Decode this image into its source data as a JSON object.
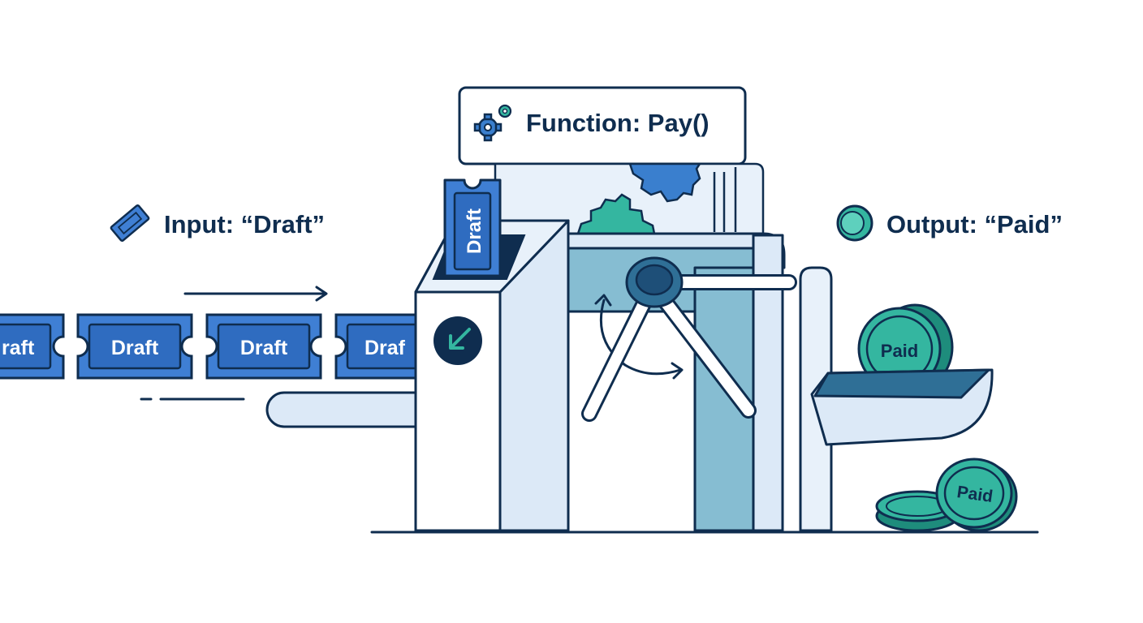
{
  "function_box": {
    "label": "Function: Pay()",
    "icon": "gears-icon"
  },
  "input": {
    "label": "Input: “Draft”",
    "icon": "ticket-icon"
  },
  "output": {
    "label": "Output: “Paid”",
    "icon": "coin-icon"
  },
  "tickets": {
    "left_partial": "raft",
    "middle_1": "Draft",
    "middle_2": "Draft",
    "right_partial": "Draf",
    "inserted": "Draft"
  },
  "coins": {
    "top": "Paid",
    "bottom": "Paid"
  },
  "colors": {
    "navy": "#0f2d4f",
    "ticket_blue": "#3f7fd4",
    "ticket_inner": "#2f6cc0",
    "teal": "#34b6a0",
    "teal_dark": "#1e8c7c",
    "pale_blue": "#dce9f7",
    "mid_blue": "#86bdd2",
    "gear_blue": "#3a7fce"
  }
}
